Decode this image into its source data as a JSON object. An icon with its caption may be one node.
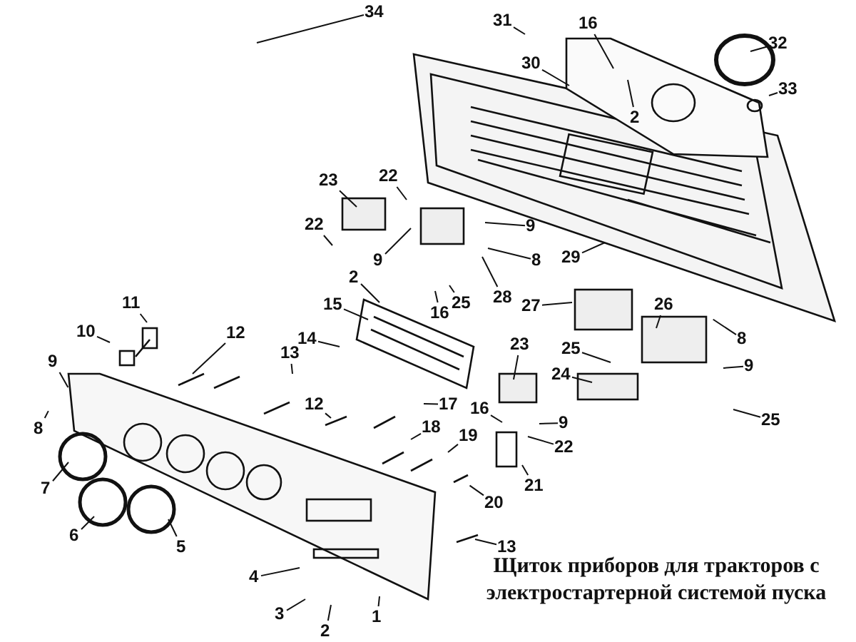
{
  "diagram": {
    "caption": "Щиток приборов для тракторов с электростартерной системой пуска",
    "nodes": [
      {
        "text": [
          "34"
        ]
      },
      {
        "text": [
          "31"
        ]
      },
      {
        "text": [
          "32"
        ]
      },
      {
        "text": [
          "16"
        ]
      },
      {
        "text": [
          "30"
        ]
      },
      {
        "text": [
          "33"
        ]
      },
      {
        "text": [
          "2"
        ]
      },
      {
        "text": [
          "22"
        ]
      },
      {
        "text": [
          "23"
        ]
      },
      {
        "text": [
          "22"
        ]
      },
      {
        "text": [
          "9"
        ]
      },
      {
        "text": [
          "9"
        ]
      },
      {
        "text": [
          "8"
        ]
      },
      {
        "text": [
          "2"
        ]
      },
      {
        "text": [
          "29"
        ]
      },
      {
        "text": [
          "28"
        ]
      },
      {
        "text": [
          "25"
        ]
      },
      {
        "text": [
          "11"
        ]
      },
      {
        "text": [
          "15"
        ]
      },
      {
        "text": [
          "27"
        ]
      },
      {
        "text": [
          "26"
        ]
      },
      {
        "text": [
          "16"
        ]
      },
      {
        "text": [
          "12"
        ]
      },
      {
        "text": [
          "10"
        ]
      },
      {
        "text": [
          "25"
        ]
      },
      {
        "text": [
          "14"
        ]
      },
      {
        "text": [
          "8"
        ]
      },
      {
        "text": [
          "23"
        ]
      },
      {
        "text": [
          "13"
        ]
      },
      {
        "text": [
          "9"
        ]
      },
      {
        "text": [
          "24"
        ]
      },
      {
        "text": [
          "9"
        ]
      },
      {
        "text": [
          "17"
        ]
      },
      {
        "text": [
          "12"
        ]
      },
      {
        "text": [
          "16"
        ]
      },
      {
        "text": [
          "25"
        ]
      },
      {
        "text": [
          "9"
        ]
      },
      {
        "text": [
          "18"
        ]
      },
      {
        "text": [
          "19"
        ]
      },
      {
        "text": [
          "8"
        ]
      },
      {
        "text": [
          "22"
        ]
      },
      {
        "text": [
          "21"
        ]
      },
      {
        "text": [
          "7"
        ]
      },
      {
        "text": [
          "20"
        ]
      },
      {
        "text": [
          "6"
        ]
      },
      {
        "text": [
          "5"
        ]
      },
      {
        "text": [
          "13"
        ]
      },
      {
        "text": [
          "4"
        ]
      },
      {
        "text": [
          "3"
        ]
      },
      {
        "text": [
          "1"
        ]
      },
      {
        "text": [
          "2"
        ]
      }
    ],
    "edges": [
      {
        "from": 0,
        "to": null,
        "arrow": "none"
      },
      {
        "from": 1,
        "to": null,
        "arrow": "none"
      },
      {
        "from": 2,
        "to": null,
        "arrow": "none"
      },
      {
        "from": 3,
        "to": null,
        "arrow": "none"
      },
      {
        "from": 4,
        "to": null,
        "arrow": "none"
      },
      {
        "from": 5,
        "to": null,
        "arrow": "none"
      },
      {
        "from": 6,
        "to": null,
        "arrow": "none"
      },
      {
        "from": 7,
        "to": null,
        "arrow": "none"
      },
      {
        "from": 8,
        "to": null,
        "arrow": "none"
      },
      {
        "from": 9,
        "to": null,
        "arrow": "none"
      },
      {
        "from": 10,
        "to": null,
        "arrow": "none"
      },
      {
        "from": 11,
        "to": null,
        "arrow": "none"
      },
      {
        "from": 12,
        "to": null,
        "arrow": "none"
      },
      {
        "from": 13,
        "to": null,
        "arrow": "none"
      },
      {
        "from": 14,
        "to": null,
        "arrow": "none"
      },
      {
        "from": 15,
        "to": null,
        "arrow": "none"
      },
      {
        "from": 16,
        "to": null,
        "arrow": "none"
      },
      {
        "from": 17,
        "to": null,
        "arrow": "none"
      },
      {
        "from": 18,
        "to": null,
        "arrow": "none"
      },
      {
        "from": 19,
        "to": null,
        "arrow": "none"
      },
      {
        "from": 20,
        "to": null,
        "arrow": "none"
      },
      {
        "from": 21,
        "to": null,
        "arrow": "none"
      },
      {
        "from": 22,
        "to": null,
        "arrow": "none"
      },
      {
        "from": 23,
        "to": null,
        "arrow": "none"
      },
      {
        "from": 24,
        "to": null,
        "arrow": "none"
      },
      {
        "from": 25,
        "to": null,
        "arrow": "none"
      },
      {
        "from": 26,
        "to": null,
        "arrow": "none"
      },
      {
        "from": 27,
        "to": null,
        "arrow": "none"
      },
      {
        "from": 28,
        "to": null,
        "arrow": "none"
      },
      {
        "from": 29,
        "to": null,
        "arrow": "none"
      },
      {
        "from": 30,
        "to": null,
        "arrow": "none"
      },
      {
        "from": 31,
        "to": null,
        "arrow": "none"
      },
      {
        "from": 32,
        "to": null,
        "arrow": "none"
      },
      {
        "from": 33,
        "to": null,
        "arrow": "none"
      },
      {
        "from": 34,
        "to": null,
        "arrow": "none"
      },
      {
        "from": 35,
        "to": null,
        "arrow": "none"
      },
      {
        "from": 36,
        "to": null,
        "arrow": "none"
      },
      {
        "from": 37,
        "to": null,
        "arrow": "none"
      },
      {
        "from": 38,
        "to": null,
        "arrow": "none"
      },
      {
        "from": 39,
        "to": null,
        "arrow": "none"
      },
      {
        "from": 40,
        "to": null,
        "arrow": "none"
      },
      {
        "from": 41,
        "to": null,
        "arrow": "none"
      },
      {
        "from": 42,
        "to": null,
        "arrow": "none"
      },
      {
        "from": 43,
        "to": null,
        "arrow": "none"
      },
      {
        "from": 44,
        "to": null,
        "arrow": "none"
      },
      {
        "from": 45,
        "to": null,
        "arrow": "none"
      },
      {
        "from": 46,
        "to": null,
        "arrow": "none"
      },
      {
        "from": 47,
        "to": null,
        "arrow": "none"
      },
      {
        "from": 48,
        "to": null,
        "arrow": "none"
      },
      {
        "from": 49,
        "to": null,
        "arrow": "none"
      },
      {
        "from": 50,
        "to": null,
        "arrow": "none"
      }
    ]
  }
}
